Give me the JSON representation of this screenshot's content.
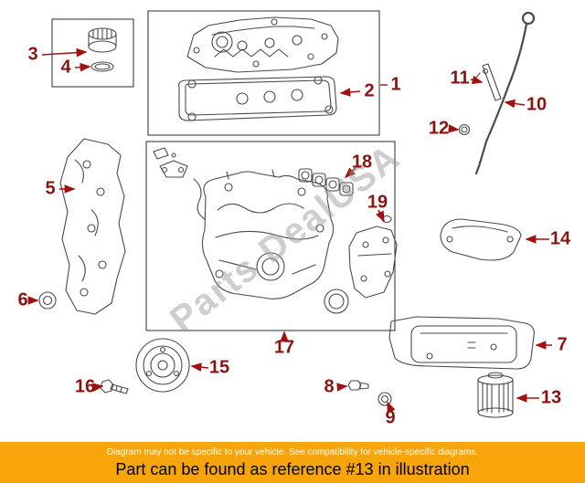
{
  "diagram": {
    "watermark": "Parts DealUSA",
    "callouts": {
      "c1": "1",
      "c2": "2",
      "c3": "3",
      "c4": "4",
      "c5": "5",
      "c6": "6",
      "c7": "7",
      "c8": "8",
      "c9": "9",
      "c10": "10",
      "c11": "11",
      "c12": "12",
      "c13": "13",
      "c14": "14",
      "c15": "15",
      "c16": "16",
      "c17": "17",
      "c18": "18",
      "c19": "19"
    }
  },
  "banner": {
    "disclaimer": "Diagram may not be specific to your vehicle. See compatibility for vehicle-specific diagrams.",
    "reference": "Part can be found as reference #13 in illustration"
  },
  "colors": {
    "banner_bg": "#F7A50A",
    "callout": "#8B1412",
    "arrow": "#A01212",
    "watermark": "#9B9B9B",
    "disclaimer_text": "#FFFFFF",
    "reference_text": "#000000"
  }
}
